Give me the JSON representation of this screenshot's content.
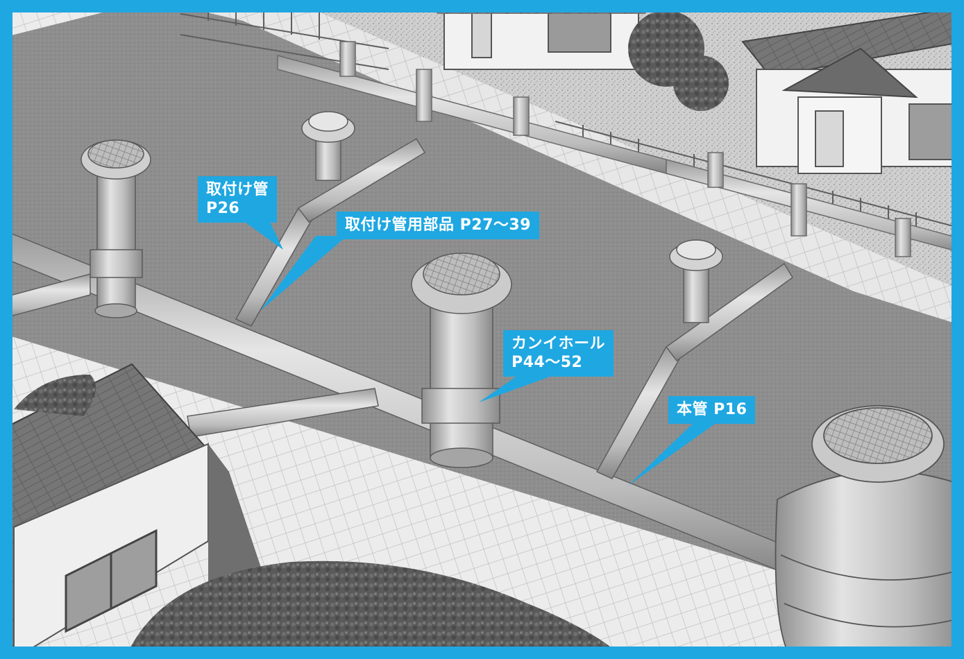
{
  "colors": {
    "frame": "#1fa7e1",
    "callout_bg": "#1fa7e1",
    "callout_text": "#ffffff",
    "road": "#8d8d8d",
    "sidewalk": "#e6e6e6",
    "pipe": "#c2c2c2",
    "wall": "#f3f3f3",
    "roof": "#6e6e6e",
    "hedge": "#5b5b5b"
  },
  "labels": {
    "attachment_pipe": "取付け管\nP26",
    "attachment_parts": "取付け管用部品 P27〜39",
    "kanihole": "カンイホール\nP44〜52",
    "main_pipe": "本管 P16"
  }
}
